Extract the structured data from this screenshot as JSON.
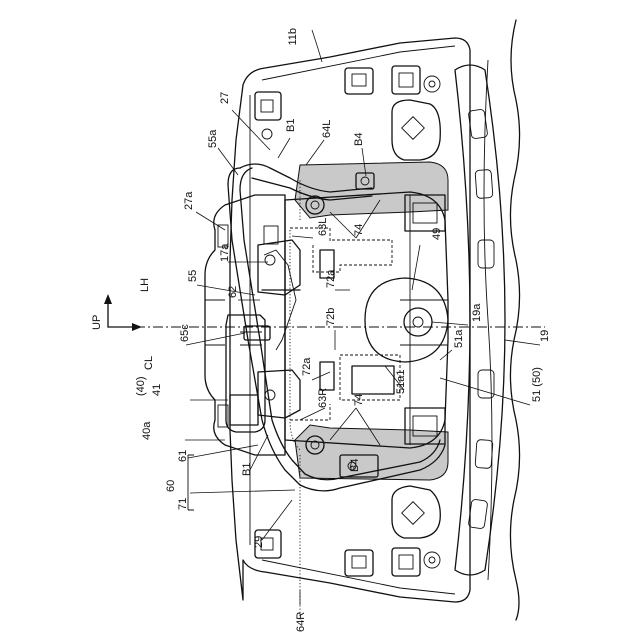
{
  "labels": {
    "l11b": "11b",
    "l27": "27",
    "lB1top": "B1",
    "l64L": "64L",
    "lB4top": "B4",
    "l55a": "55a",
    "l27a": "27a",
    "l63L": "63L",
    "l74top": "74",
    "l49": "49",
    "l17a": "17a",
    "l72a": "72a",
    "l55": "55",
    "l62": "62",
    "l72b": "72b",
    "l19a": "19a",
    "l65c": "65c",
    "l51a": "51a",
    "l19": "19",
    "l72a2": "72a",
    "l40p": "(40)",
    "l41": "41",
    "l63R": "63R",
    "l74bot": "74",
    "l51a1": "51a1",
    "l5150": "51 (50)",
    "l40a": "40a",
    "l61": "61",
    "lB4bot": "B4",
    "l60": "60",
    "lB1bot": "B1",
    "l71": "71",
    "l29": "29",
    "l64R": "64R",
    "lUP": "UP",
    "lLH": "LH",
    "lCL": "CL"
  }
}
